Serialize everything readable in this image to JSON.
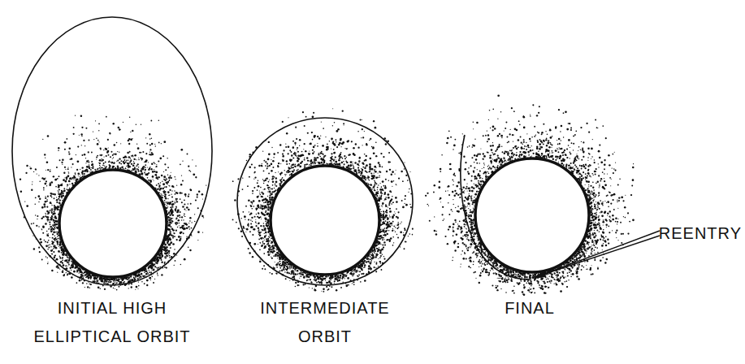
{
  "diagram": {
    "labels": [
      "INITIAL HIGH ELLIPTICAL ORBIT",
      "INTERMEDIATE ORBIT",
      "FINAL",
      "REENTRY"
    ]
  }
}
